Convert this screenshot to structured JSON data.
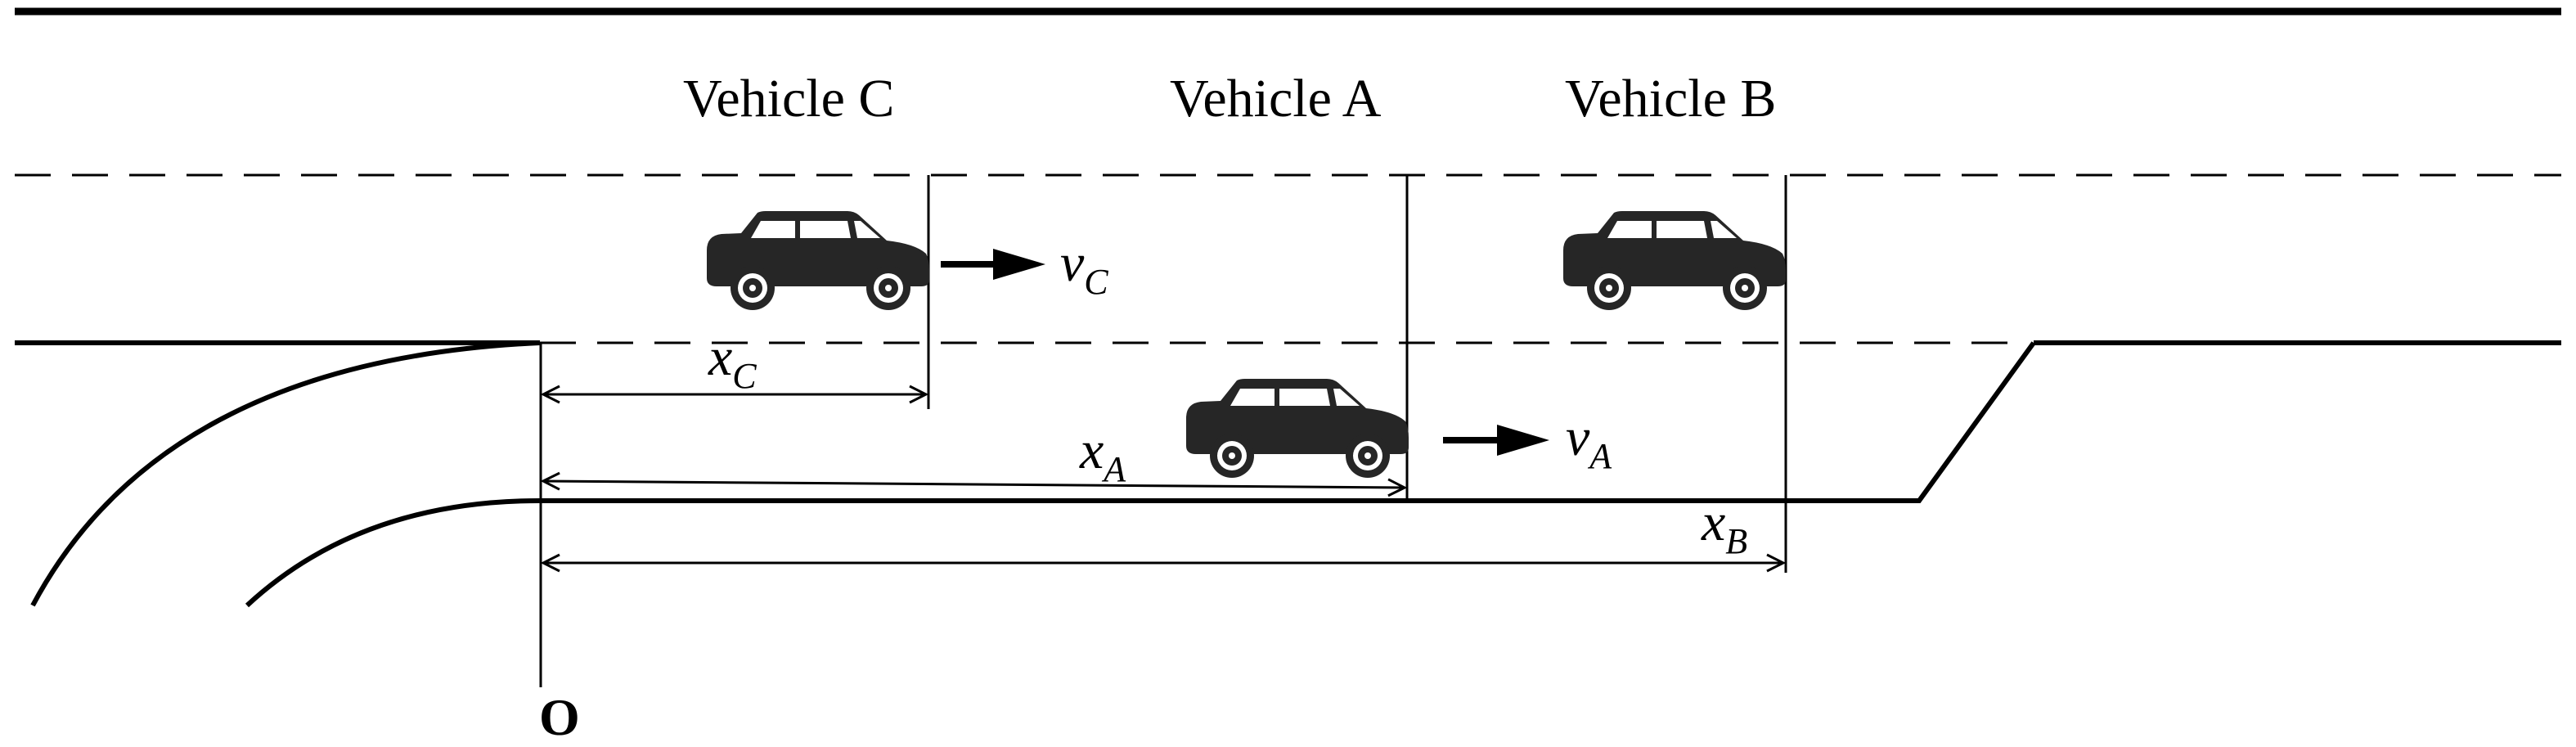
{
  "vehicles": {
    "c": {
      "label": "Vehicle C"
    },
    "a": {
      "label": "Vehicle A"
    },
    "b": {
      "label": "Vehicle B"
    }
  },
  "velocities": {
    "c": {
      "symbol": "v",
      "subscript": "C"
    },
    "a": {
      "symbol": "v",
      "subscript": "A"
    }
  },
  "distances": {
    "c": {
      "symbol": "x",
      "subscript": "C"
    },
    "a": {
      "symbol": "x",
      "subscript": "A"
    },
    "b": {
      "symbol": "x",
      "subscript": "B"
    }
  },
  "origin": {
    "label": "O"
  },
  "colors": {
    "line": "#000000",
    "car_body": "#262626"
  }
}
